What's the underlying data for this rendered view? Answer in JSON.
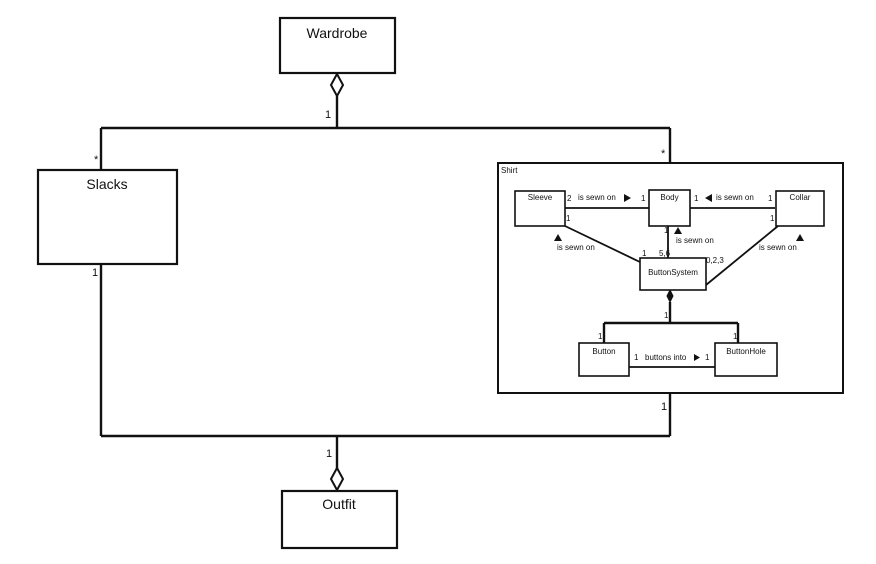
{
  "classes": {
    "wardrobe": "Wardrobe",
    "slacks": "Slacks",
    "outfit": "Outfit",
    "shirt": "Shirt",
    "sleeve": "Sleeve",
    "body": "Body",
    "collar": "Collar",
    "button_system": "ButtonSystem",
    "button": "Button",
    "button_hole": "ButtonHole"
  },
  "associations": {
    "sleeve_body": "is sewn on",
    "collar_body": "is sewn on",
    "body_buttonsystem": "is sewn on",
    "sleeve_buttonsystem": "is sewn on",
    "collar_buttonsystem": "is sewn on",
    "button_buttonhole": "buttons into"
  },
  "multiplicities": {
    "wardrobe_side": "1",
    "slacks_top": "*",
    "shirt_top": "*",
    "slacks_bottom": "1",
    "shirt_bottom": "1",
    "outfit_side": "1",
    "sleeve_right": "2",
    "body_left": "1",
    "body_right": "1",
    "collar_left": "1",
    "sleeve_bottom": "1",
    "body_bottom": "1",
    "collar_bottom": "1",
    "bs_left": "1",
    "bs_top": "5,6",
    "bs_right": "0,2,3",
    "bs_bottom": "1",
    "button_top": "1",
    "buttonhole_top": "1",
    "button_right": "1",
    "buttonhole_left": "1"
  }
}
